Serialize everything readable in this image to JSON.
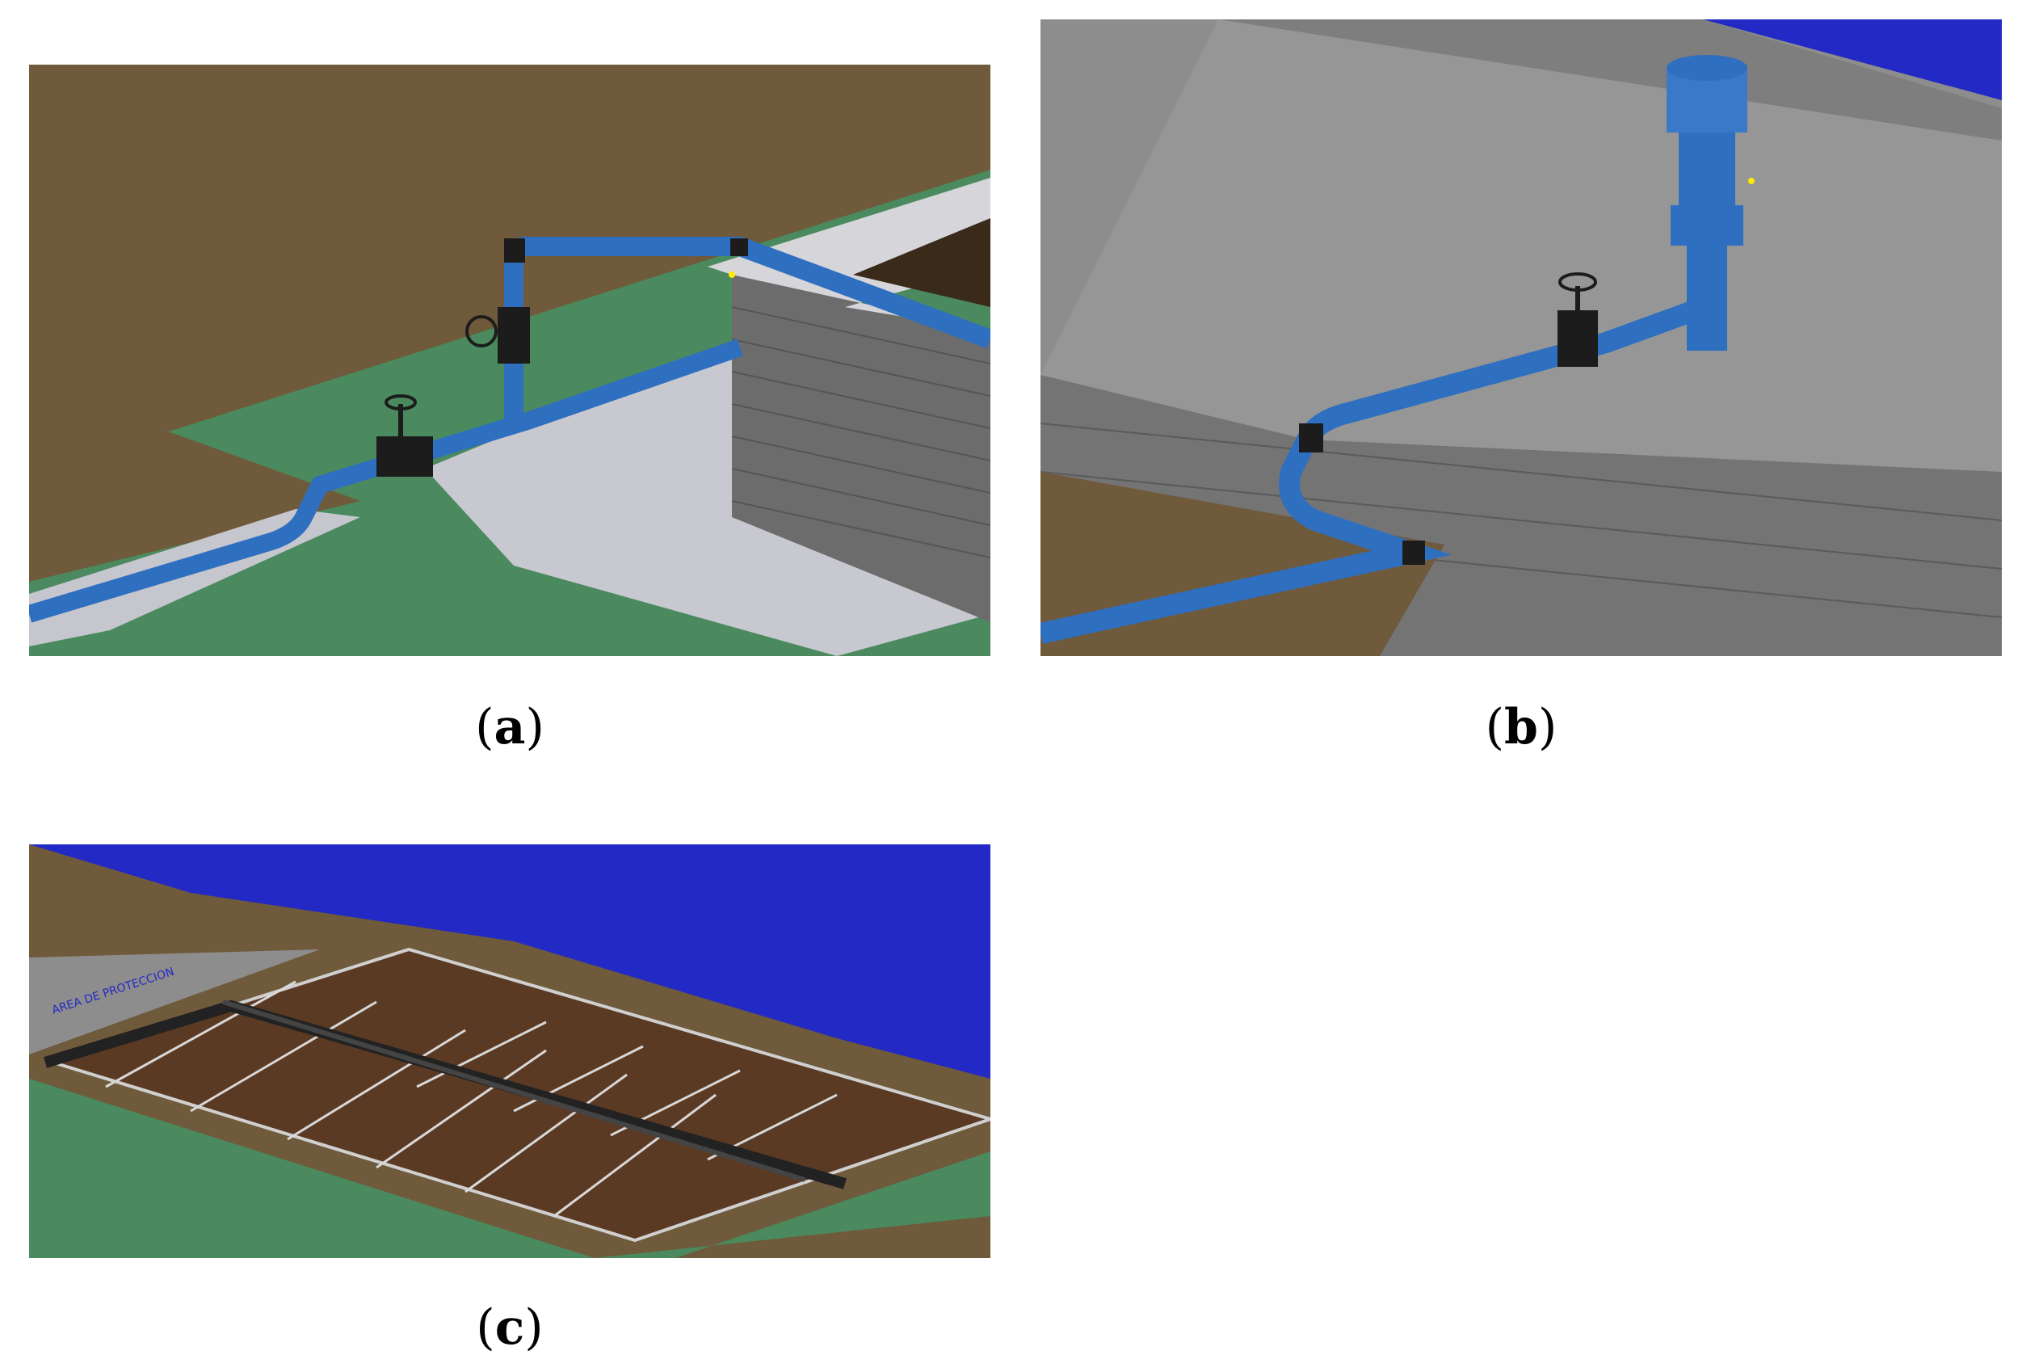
{
  "figure": {
    "panels": [
      {
        "id": "a",
        "label": "a",
        "open": "(",
        "close": ")"
      },
      {
        "id": "b",
        "label": "b",
        "open": "(",
        "close": ")"
      },
      {
        "id": "c",
        "label": "c",
        "open": "(",
        "close": ")"
      }
    ],
    "panel_c_sign": "AREA DE PROTECCION"
  },
  "colors": {
    "soil": "#6f5a3b",
    "grass": "#4a8a5e",
    "concrete": "#8d8d8d",
    "concrete_light": "#c8c8d0",
    "pipe": "#2f6fc0",
    "pipe_dark": "#1c1c1c",
    "sky": "#2229c4"
  }
}
